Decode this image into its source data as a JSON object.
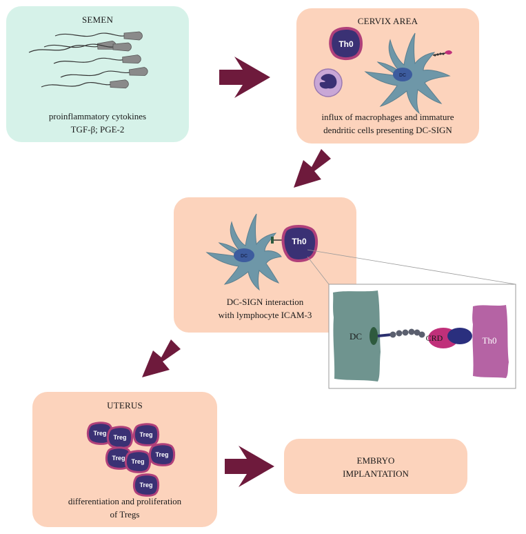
{
  "semen": {
    "title": "SEMEN",
    "caption_line1": "proinflammatory cytokines",
    "caption_line2": "TGF-β; PGE-2"
  },
  "cervix": {
    "title": "CERVIX AREA",
    "caption_line1": "influx of macrophages and immature",
    "caption_line2": "dendritic cells presenting DC-SIGN",
    "th0_label": "Th0",
    "dc_label": "DC"
  },
  "interaction": {
    "caption_line1": "DC-SIGN interaction",
    "caption_line2": "with lymphocyte ICAM-3",
    "th0_label": "Th0",
    "dc_label": "DC"
  },
  "zoom_inset": {
    "dc_label": "DC",
    "crd_label": "CRD",
    "th0_label": "Th0"
  },
  "uterus": {
    "title": "UTERUS",
    "caption_line1": "differentiation and proliferation",
    "caption_line2": "of Tregs",
    "treg_label": "Treg"
  },
  "embryo": {
    "line1": "EMBRYO",
    "line2": "IMPLANTATION"
  },
  "colors": {
    "arrow": "#6e1a3c",
    "green_box": "#d6f2e9",
    "peach_box": "#fcd3bc",
    "dc_cell": "#6e97a8",
    "lymphocyte": "#3a3174",
    "lymphocyte_border": "#b0407a",
    "th0_membrane": "#b563a4"
  }
}
